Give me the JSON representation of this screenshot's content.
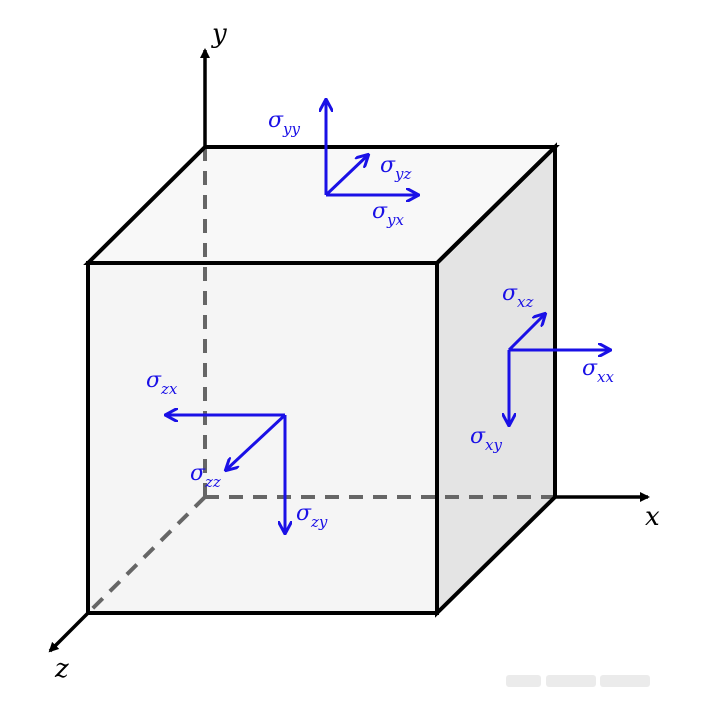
{
  "axes": {
    "x_label": "x",
    "y_label": "y",
    "z_label": "z"
  },
  "stress_components": [
    {
      "id": "yy",
      "symbol": "σ",
      "subscript": "yy",
      "face": "top"
    },
    {
      "id": "yz",
      "symbol": "σ",
      "subscript": "yz",
      "face": "top"
    },
    {
      "id": "yx",
      "symbol": "σ",
      "subscript": "yx",
      "face": "top"
    },
    {
      "id": "xz",
      "symbol": "σ",
      "subscript": "xz",
      "face": "right"
    },
    {
      "id": "xx",
      "symbol": "σ",
      "subscript": "xx",
      "face": "right"
    },
    {
      "id": "xy",
      "symbol": "σ",
      "subscript": "xy",
      "face": "right"
    },
    {
      "id": "zx",
      "symbol": "σ",
      "subscript": "zx",
      "face": "front"
    },
    {
      "id": "zz",
      "symbol": "σ",
      "subscript": "zz",
      "face": "front"
    },
    {
      "id": "zy",
      "symbol": "σ",
      "subscript": "zy",
      "face": "front"
    }
  ],
  "colors": {
    "stress_arrow": "#1a10e6",
    "edge": "#000000",
    "hidden_edge": "#666666",
    "front_face": "#f5f5f5",
    "top_face": "#f8f8f8",
    "side_face": "#e4e4e4"
  }
}
